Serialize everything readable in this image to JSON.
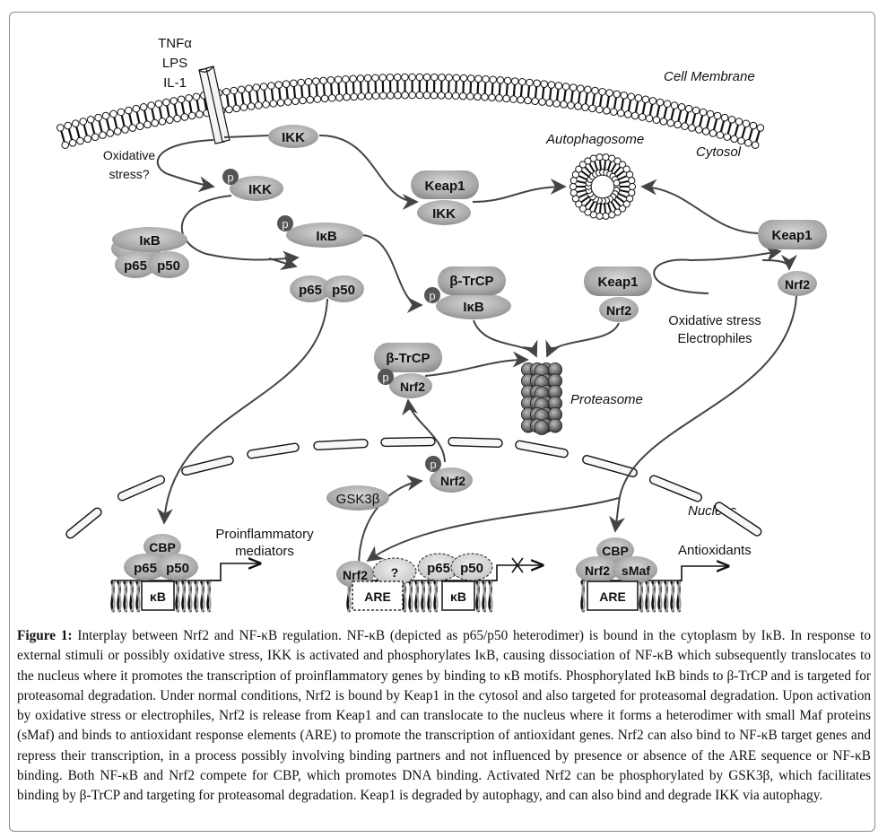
{
  "figure": {
    "stimuli": [
      "TNFα",
      "LPS",
      "IL-1"
    ],
    "labels": {
      "cell_membrane": "Cell Membrane",
      "cytosol": "Cytosol",
      "autophagosome": "Autophagosome",
      "proteasome": "Proteasome",
      "nucleus": "Nucleus",
      "oxidative_stress_q": [
        "Oxidative",
        "stress?"
      ],
      "oxidative_electrophiles": [
        "Oxidative stress",
        "Electrophiles"
      ],
      "proinflammatory": [
        "Proinflammatory",
        "mediators"
      ],
      "antioxidants": "Antioxidants"
    },
    "molecules": {
      "ikk": "IKK",
      "ikb": "IκB",
      "p65": "p65",
      "p50": "p50",
      "p": "p",
      "keap1": "Keap1",
      "nrf2": "Nrf2",
      "btrcp": "β-TrCP",
      "gsk3b": "GSK3β",
      "cbp": "CBP",
      "smaf": "sMaf",
      "unknown": "?",
      "kb_site": "κB",
      "are_site": "ARE"
    }
  },
  "caption": {
    "label": "Figure 1:",
    "text": "Interplay between Nrf2 and NF-κB regulation. NF-κB (depicted as p65/p50 heterodimer) is bound in the cytoplasm by IκB. In response to external stimuli or possibly oxidative stress, IKK is activated and phosphorylates IκB, causing dissociation of NF-κB which subsequently translocates to the nucleus where it promotes the transcription of proinflammatory genes by binding to κB motifs. Phosphorylated IκB binds to β-TrCP and is targeted for proteasomal degradation. Under normal conditions, Nrf2 is bound by Keap1 in the cytosol and also targeted for proteasomal degradation. Upon activation by oxidative stress or electrophiles, Nrf2 is release from Keap1 and can translocate to the nucleus where it forms a heterodimer with small Maf proteins (sMaf) and binds to antioxidant response elements (ARE) to promote the transcription of antioxidant genes. Nrf2 can also bind to NF-κB target genes and repress their transcription, in a process possibly involving binding partners and not influenced by presence or absence of the ARE sequence or NF-κB binding. Both NF-κB and Nrf2 compete for CBP, which promotes DNA binding. Activated Nrf2 can be phosphorylated by GSK3β, which facilitates binding by β-TrCP and targeting for proteasomal degradation. Keap1 is degraded by autophagy, and can also bind and degrade IKK via autophagy."
  }
}
